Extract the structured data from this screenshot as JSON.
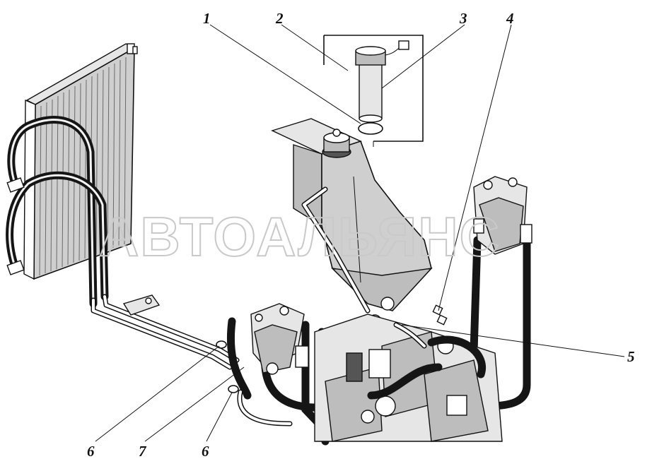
{
  "diagram": {
    "callouts": [
      {
        "id": "1",
        "label": "1"
      },
      {
        "id": "2",
        "label": "2"
      },
      {
        "id": "3",
        "label": "3"
      },
      {
        "id": "4",
        "label": "4"
      },
      {
        "id": "5",
        "label": "5"
      },
      {
        "id": "6a",
        "label": "6"
      },
      {
        "id": "7",
        "label": "7"
      },
      {
        "id": "6b",
        "label": "6"
      }
    ],
    "watermark": "АВТОАЛЬЯНС"
  },
  "colors": {
    "line": "#111111",
    "watermark": "#c9c9c9",
    "background": "#ffffff"
  }
}
